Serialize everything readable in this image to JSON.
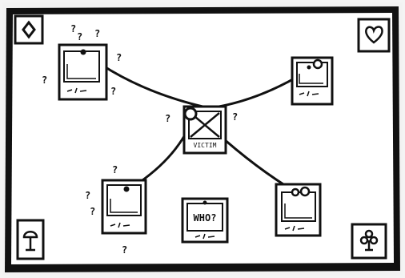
{
  "board": {
    "background": "#ffffff",
    "ink": "#111111"
  },
  "corners": {
    "top_left": {
      "icon": "diamond-suit-icon"
    },
    "top_right": {
      "icon": "heart-suit-icon"
    },
    "bottom_left": {
      "icon": "tree-icon"
    },
    "bottom_right": {
      "icon": "club-suit-icon"
    }
  },
  "victim": {
    "label": "VICTIM"
  },
  "unknown": {
    "label": "WHO?"
  },
  "suspects": [
    {
      "id": "top-left",
      "icon": "portrait-icon"
    },
    {
      "id": "top-right",
      "icon": "portrait-icon"
    },
    {
      "id": "bottom-left",
      "icon": "portrait-icon"
    },
    {
      "id": "bottom-right",
      "icon": "portrait-icon"
    }
  ],
  "question_mark": "?"
}
